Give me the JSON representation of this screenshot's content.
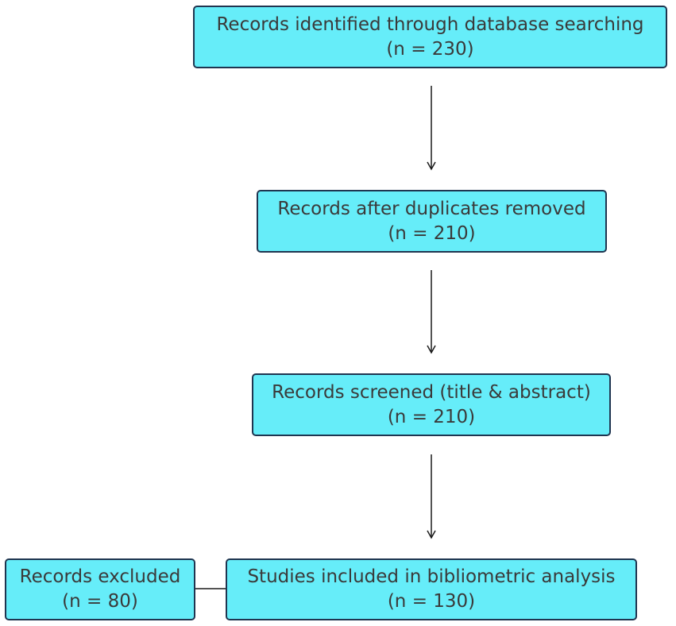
{
  "nodes": {
    "identified": {
      "label": "Records identified through database searching",
      "count": "(n = 230)"
    },
    "dedup": {
      "label": "Records after duplicates removed",
      "count": "(n = 210)"
    },
    "screened": {
      "label": "Records screened (title & abstract)",
      "count": "(n = 210)"
    },
    "included": {
      "label": "Studies included in bibliometric analysis",
      "count": "(n = 130)"
    },
    "excluded": {
      "label": "Records excluded",
      "count": "(n = 80)"
    }
  },
  "colors": {
    "box_fill": "#66edf9",
    "box_border": "#1f3550",
    "text": "#3a3a3a",
    "arrow": "#1a1a1a"
  }
}
